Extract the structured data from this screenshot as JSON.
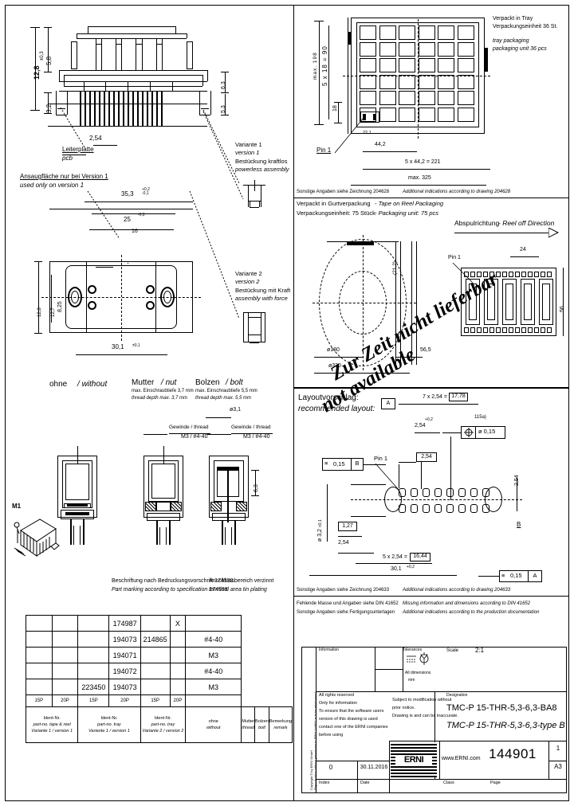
{
  "sheet": {
    "drawing_number": "144901",
    "designation_de": "TMC-P 15-THR-5,3-6,3-BA8",
    "designation_en": "TMC-P 15-THR-5,3-6,3-type B",
    "scale_label": "Scale",
    "scale_value": "2:1",
    "tolerances_label": "Tolerances",
    "information_label": "Information",
    "designation_label": "Designation",
    "all_dimensions_mm": "All dimensions\nmm",
    "index_value": "0",
    "date_value": "30.11.2016",
    "index_label": "Index",
    "date_label": "Date",
    "class_label": "Class",
    "page_label": "Page",
    "page_value": "1",
    "sheet_value": "A3",
    "company": "ERNI",
    "website": "www.ERNI.com",
    "rights_text": "All rights reserved\nOnly for information\nTo ensure that the software users\nversion of this drawing is used\ncontact one of the ERNI companies\nbefore using",
    "modification_text": "Subject to modification without\nprior notice.\nDrawing is and can be inaccurate.",
    "side_copyright": "Copyright © by ERNI GmbH\nReproduction without permission to ERNI 144901 is to be reimbursed"
  },
  "notes": {
    "din_note_de": "Fehlende Masse und Angaben siehe DIN 41652",
    "din_note_en": "Missing information and dimensions according to DIN 41652",
    "prod_note_de": "Sonstige Angaben siehe Fertigungsunterlagen",
    "prod_note_en": "Additional indications according to the production documentation",
    "tray_ref_de": "Sonstige Angaben siehe Zeichnung 204628",
    "tray_ref_en": "Additional indications according to drawing 204628",
    "layout_ref_de": "Sonstige Angaben siehe Zeichnung 204633",
    "layout_ref_en": "Additional indications according to drawing 204633"
  },
  "view_top": {
    "dim_h_total": "12,8",
    "dim_h_upper": "5,8",
    "dim_h_upper_tol": "±0,3",
    "dim_h_lower": "3,2",
    "dim_right_1": "6,3",
    "dim_right_2": "5,3",
    "pitch": "2,54",
    "pcb_de": "Leiterplatte",
    "pcb_en": "pcb",
    "suction_de": "Ansaugfläche nur bei Version 1",
    "suction_en": "used only on version 1",
    "variant1_l1": "Variante 1",
    "variant1_l2": "version 1",
    "variant1_l3": "Bestückung kraftlos",
    "variant1_l4": "powerless assembly",
    "variant2_l1": "Variante 2",
    "variant2_l2": "version 2",
    "variant2_l3": "Bestückung mit Kraft",
    "variant2_l4": "assembly with force"
  },
  "view_plan": {
    "dim_width_total": "35,3",
    "dim_width_tol": "+0,2\n-0,1",
    "dim_width_inner": "25",
    "dim_width_inner_tol": "-0,2",
    "dim_width_small": "16",
    "dim_height_total": "12,8",
    "dim_height_mid": "12,7",
    "dim_height_mid_tol": "±0,2",
    "dim_height_inner": "8,25",
    "dim_bottom": "30,1",
    "dim_bottom_tol": "±0,1"
  },
  "variants": {
    "without_de": "ohne",
    "without_en": "without",
    "nut_de": "Mutter",
    "nut_en": "nut",
    "nut_note_de": "max. Einschraubtiefe 3,7 mm",
    "nut_note_en": "thread depth max. 3,7 mm",
    "nut_thread_de": "Gewinde / thread",
    "nut_thread_val": "M3 / #4-40",
    "bolt_de": "Bolzen",
    "bolt_en": "bolt",
    "bolt_note_de": "max. Einschraubtiefe 5,5 mm",
    "bolt_note_en": "thread depth max. 5,5 mm",
    "bolt_dia": "ø3,1",
    "bolt_thread_de": "Gewinde / thread",
    "bolt_thread_val": "M3 / #4-40"
  },
  "sections": {
    "marking_de": "Beschriftung nach Bedruckungsvorschrift 174598",
    "marking_en": "Part marking according to specification 174598",
    "plating_de": "Anschlussbereich verzinnt",
    "plating_en": "terminal area tin plating",
    "dim_label": "6,3",
    "iso_label": "M1"
  },
  "tray": {
    "title_de_l1": "Verpackt in Tray",
    "title_de_l2": "Verpackungseinheit 36 St.",
    "title_en_l1": "tray packaging",
    "title_en_l2": "packaging unit 36 pcs",
    "dim_max_height": "max. 198",
    "dim_rows": "5 x 18 = 90",
    "dim_row_pitch": "18",
    "dim_cell": "44,2",
    "dim_cols": "5 x 44,2 = 221",
    "dim_max_width": "max. 325",
    "pin1": "Pin 1",
    "dim_inner": "22,1"
  },
  "reel": {
    "title_de_l1": "Verpackt in Gurtverpackung",
    "title_en_l1": "- Tape on Reel Packaging",
    "title_de_l2": "Verpackungseinheit: 75 Stück",
    "title_en_l2": "- Packaging unit: 75 pcs",
    "direction_de": "Abspulrichtung",
    "direction_en": "- Reel off Direction",
    "dim_hub": "(21,2)",
    "dim_inner_dia": "ø180",
    "dim_outer_dia": "ø330",
    "dim_width": "56,5",
    "dim_pitch": "24",
    "dim_tape_width": "56",
    "pin1": "Pin 1"
  },
  "watermark": {
    "line1": "Zur Zeit nicht lieferbar",
    "line2": "not available"
  },
  "layout": {
    "title_de": "Layoutvorschlag:",
    "title_en": "recommended layout:",
    "dim_top": "7 x 2,54 =",
    "dim_top_box": "17,78",
    "dim_ref_a": "A",
    "dim_small_top": "2,54",
    "dim_small_top_tol": "+0,2",
    "tol_box_val": "ø 0,15",
    "tol_box_ref": "115a)",
    "dim_pitch_box": "2,54",
    "pin1": "Pin 1",
    "flat_tol": "0,15",
    "flat_ref": "B",
    "dim_vert": "2,54",
    "dim_hole": "ø 3,2",
    "dim_hole_tol": "±0,1",
    "dim_small_low": "1,27",
    "dim_small_low2": "2,54",
    "dim_row": "5 x 2,54 =",
    "dim_row_box": "16,44",
    "dim_total": "30,1",
    "dim_total_tol": "+0,2",
    "bot_tol": "0,15",
    "bot_ref": "A",
    "ref_b": "B"
  },
  "parts_table": {
    "rows": [
      {
        "c1": "",
        "c2": "",
        "c3": "",
        "c4": "174987",
        "c5": "",
        "c6": "X",
        "c7": ""
      },
      {
        "c1": "",
        "c2": "",
        "c3": "",
        "c4": "194073",
        "c5": "214865",
        "c6": "",
        "c7": "#4-40"
      },
      {
        "c1": "",
        "c2": "",
        "c3": "",
        "c4": "194071",
        "c5": "",
        "c6": "",
        "c7": "M3"
      },
      {
        "c1": "",
        "c2": "",
        "c3": "",
        "c4": "194072",
        "c5": "",
        "c6": "",
        "c7": "#4-40"
      },
      {
        "c1": "",
        "c2": "",
        "c3": "223450",
        "c4": "194073",
        "c5": "",
        "c6": "",
        "c7": "M3"
      }
    ],
    "size_row": [
      "15P",
      "20P",
      "15P",
      "20P",
      "15P",
      "20P"
    ],
    "headers": [
      {
        "l1": "Ident-Nr.",
        "l2": "part-no. tape & reel",
        "l3": "Variante 1 / version 1"
      },
      {
        "l1": "Ident-Nr.",
        "l2": "part-no. tray",
        "l3": "Variante 1 / version 1"
      },
      {
        "l1": "Ident-Nr.",
        "l2": "part-no. tray",
        "l3": "Variante 2 / version 2"
      },
      {
        "l1": "ohne",
        "l2": "without",
        "l3": ""
      },
      {
        "l1": "Mutter",
        "l2": "thread",
        "l3": ""
      },
      {
        "l1": "Bolzen",
        "l2": "bolt",
        "l3": ""
      },
      {
        "l1": "Bemerkung",
        "l2": "remark",
        "l3": ""
      }
    ]
  }
}
